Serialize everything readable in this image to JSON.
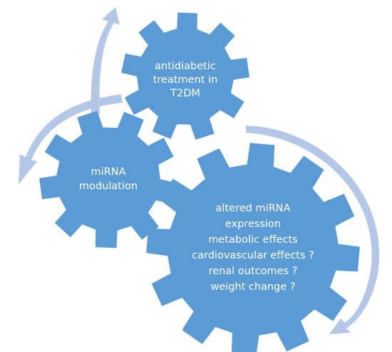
{
  "colors": {
    "gear_fill": "#5b9bd5",
    "arrow_fill": "#b4c7e7",
    "text": "#ffffff",
    "background": "#ffffff"
  },
  "gears": {
    "top": {
      "lines": [
        "antidiabetic",
        "treatment in",
        "T2DM"
      ]
    },
    "left": {
      "lines": [
        "miRNA",
        "modulation"
      ]
    },
    "bottom": {
      "lines": [
        "altered miRNA",
        "expression",
        "metabolic effects",
        "cardiovascular effects ?",
        "renal outcomes ?",
        "weight change ?"
      ]
    }
  },
  "arrows": [
    {
      "name": "arrow-top-left",
      "direction": "up"
    },
    {
      "name": "arrow-left",
      "direction": "down"
    },
    {
      "name": "arrow-right",
      "direction": "down"
    }
  ]
}
